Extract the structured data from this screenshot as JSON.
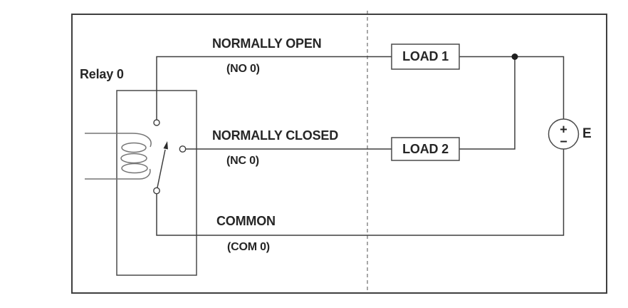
{
  "colors": {
    "background": "#ffffff",
    "wire": "#3f3f3f",
    "coil": "#757575",
    "divider": "#8a8a8a",
    "text": "#262626",
    "junction_dot": "#1f1f1f"
  },
  "relay": {
    "label": "Relay 0"
  },
  "contacts": {
    "normally_open": {
      "label": "NORMALLY OPEN",
      "code": "(NO 0)"
    },
    "normally_closed": {
      "label": "NORMALLY CLOSED",
      "code": "(NC 0)"
    },
    "common": {
      "label": "COMMON",
      "code": "(COM 0)"
    }
  },
  "loads": [
    {
      "label": "LOAD 1"
    },
    {
      "label": "LOAD 2"
    }
  ],
  "source": {
    "label": "E",
    "plus": "+",
    "minus": "−"
  }
}
